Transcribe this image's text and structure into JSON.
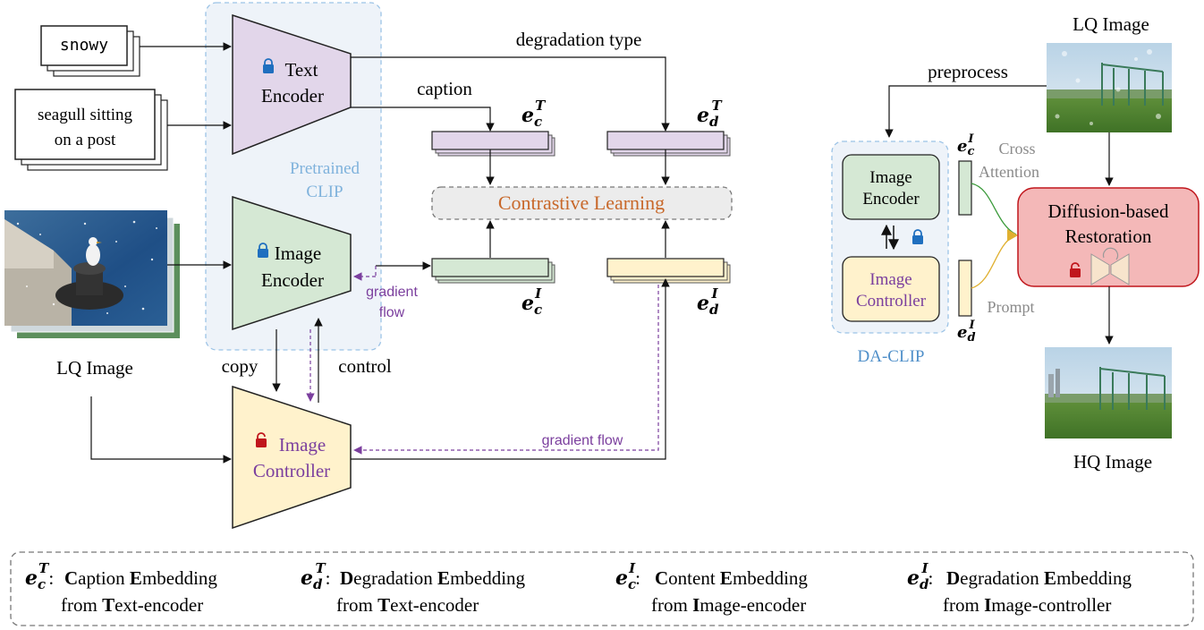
{
  "inputs": {
    "degradation_word": "snowy",
    "caption_line1": "seagull sitting",
    "caption_line2": "on a post",
    "lq_label": "LQ Image"
  },
  "clip": {
    "label_line1": "Pretrained",
    "label_line2": "CLIP",
    "text_encoder_line1": "Text",
    "text_encoder_line2": "Encoder",
    "image_encoder_line1": "Image",
    "image_encoder_line2": "Encoder"
  },
  "controller": {
    "line1": "Image",
    "line2": "Controller"
  },
  "arrows": {
    "degradation_type": "degradation type",
    "caption": "caption",
    "copy": "copy",
    "control": "control",
    "gradient_flow_line1": "gradient",
    "gradient_flow_line2": "flow",
    "gradient_flow": "gradient flow"
  },
  "contrastive": {
    "label": "Contrastive Learning"
  },
  "embeddings": {
    "base": "e",
    "ecT_sub": "c",
    "ecT_sup": "T",
    "edT_sub": "d",
    "edT_sup": "T",
    "ecI_sub": "c",
    "ecI_sup": "I",
    "edI_sub": "d",
    "edI_sup": "I"
  },
  "right_panel": {
    "lq_label": "LQ Image",
    "hq_label": "HQ Image",
    "preprocess": "preprocess",
    "image_encoder_line1": "Image",
    "image_encoder_line2": "Encoder",
    "image_controller_line1": "Image",
    "image_controller_line2": "Controller",
    "da_clip": "DA-CLIP",
    "cross_line1": "Cross",
    "cross_line2": "Attention",
    "prompt": "Prompt",
    "diffusion_line1": "Diffusion-based",
    "diffusion_line2": "Restoration"
  },
  "legend": [
    {
      "sub": "c",
      "sup": "T",
      "w1": "C",
      "r1": "aption ",
      "w2": "E",
      "r2": "mbedding",
      "pre": "from ",
      "w3": "T",
      "r3": "ext-encoder"
    },
    {
      "sub": "d",
      "sup": "T",
      "w1": "D",
      "r1": "egradation ",
      "w2": "E",
      "r2": "mbedding",
      "pre": "from ",
      "w3": "T",
      "r3": "ext-encoder"
    },
    {
      "sub": "c",
      "sup": "I",
      "w1": "C",
      "r1": "ontent ",
      "w2": "E",
      "r2": "mbedding",
      "pre": "from ",
      "w3": "I",
      "r3": "mage-encoder"
    },
    {
      "sub": "d",
      "sup": "I",
      "w1": "D",
      "r1": "egradation ",
      "w2": "E",
      "r2": "mbedding",
      "pre": "from ",
      "w3": "I",
      "r3": "mage-controller"
    }
  ],
  "colors": {
    "text_encoder": "#e2d6ea",
    "image_encoder": "#d5e8d4",
    "controller": "#fff2cc",
    "clip_region": "#eef3f9",
    "clip_label": "#7fb2dc",
    "contrastive_text": "#c8682a",
    "gradient": "#7b3f9e",
    "diffusion_fill": "#f4b8b8",
    "diffusion_stroke": "#c0161c",
    "lock_blue": "#1f6fbf",
    "lock_red": "#c0161c"
  }
}
